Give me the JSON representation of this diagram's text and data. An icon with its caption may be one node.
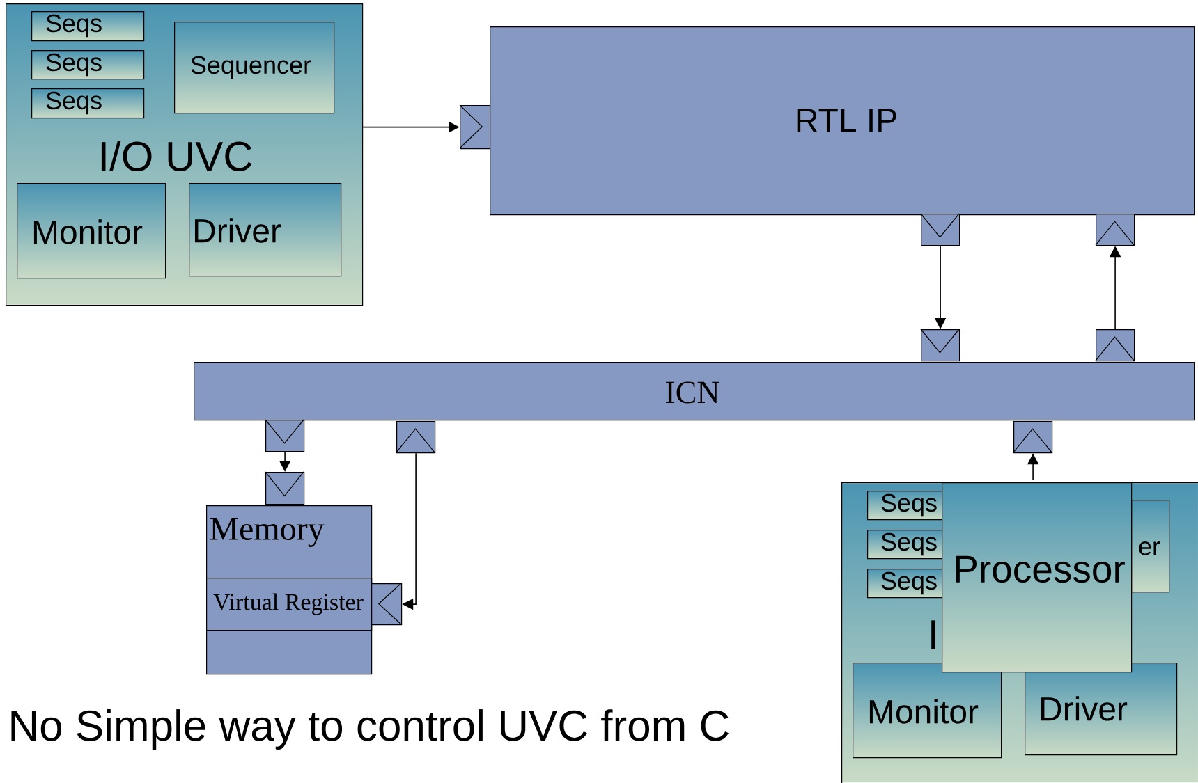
{
  "diagram": {
    "caption": "No Simple way to control UVC from C",
    "nodes": [
      {
        "text": [
          "I/O UVC"
        ]
      },
      {
        "text": [
          "Seqs"
        ],
        "in": 0
      },
      {
        "text": [
          "Seqs"
        ],
        "in": 0
      },
      {
        "text": [
          "Seqs"
        ],
        "in": 0
      },
      {
        "text": [
          "Sequencer"
        ],
        "in": 0
      },
      {
        "text": [
          "Monitor"
        ],
        "in": 0
      },
      {
        "text": [
          "Driver"
        ],
        "in": 0
      },
      {
        "text": [],
        "shape": "box"
      },
      {
        "text": [
          "RTL IP"
        ]
      },
      {
        "text": [],
        "shape": "box"
      },
      {
        "text": [],
        "shape": "box"
      },
      {
        "text": [],
        "shape": "box"
      },
      {
        "text": [],
        "shape": "box"
      },
      {
        "text": [
          "ICN"
        ]
      },
      {
        "text": [],
        "shape": "box"
      },
      {
        "text": [],
        "shape": "box"
      },
      {
        "text": [],
        "shape": "box"
      },
      {
        "text": [],
        "shape": "box"
      },
      {
        "text": [
          "Memory"
        ]
      },
      {
        "text": [
          "Virtual Register"
        ],
        "in": 18
      },
      {
        "text": [],
        "shape": "box"
      },
      {
        "text": [
          "I"
        ]
      },
      {
        "text": [
          "Seqs"
        ],
        "in": 21
      },
      {
        "text": [
          "Seqs"
        ],
        "in": 21
      },
      {
        "text": [
          "Seqs"
        ],
        "in": 21
      },
      {
        "text": [
          "er"
        ],
        "in": 21
      },
      {
        "text": [
          "Monitor"
        ],
        "in": 21
      },
      {
        "text": [
          "Driver"
        ],
        "in": 21
      },
      {
        "text": [
          "Processor"
        ],
        "in": 21
      }
    ],
    "edges": [
      {
        "from": 0,
        "to": 7,
        "arrow": "to"
      },
      {
        "from": 9,
        "to": 11,
        "arrow": "to"
      },
      {
        "from": 12,
        "to": 10,
        "arrow": "to"
      },
      {
        "from": 14,
        "to": 17,
        "arrow": "to"
      },
      {
        "from": 15,
        "to": 20,
        "arrow": "to"
      },
      {
        "from": 28,
        "to": 16,
        "arrow": "to"
      }
    ]
  }
}
